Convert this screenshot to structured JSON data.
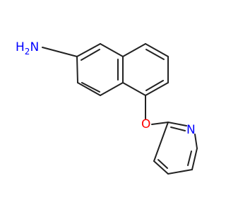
{
  "molecule": {
    "atoms": {
      "amine": {
        "label": "H2N",
        "label_main": "H",
        "label_sub": "2",
        "label_tail": "N",
        "color": "#0000ff"
      },
      "ether_oxygen": {
        "label": "O",
        "color": "#ff0000"
      },
      "pyridine_nitrogen": {
        "label": "N",
        "color": "#0000ff"
      }
    },
    "bond_color": "#222222"
  }
}
